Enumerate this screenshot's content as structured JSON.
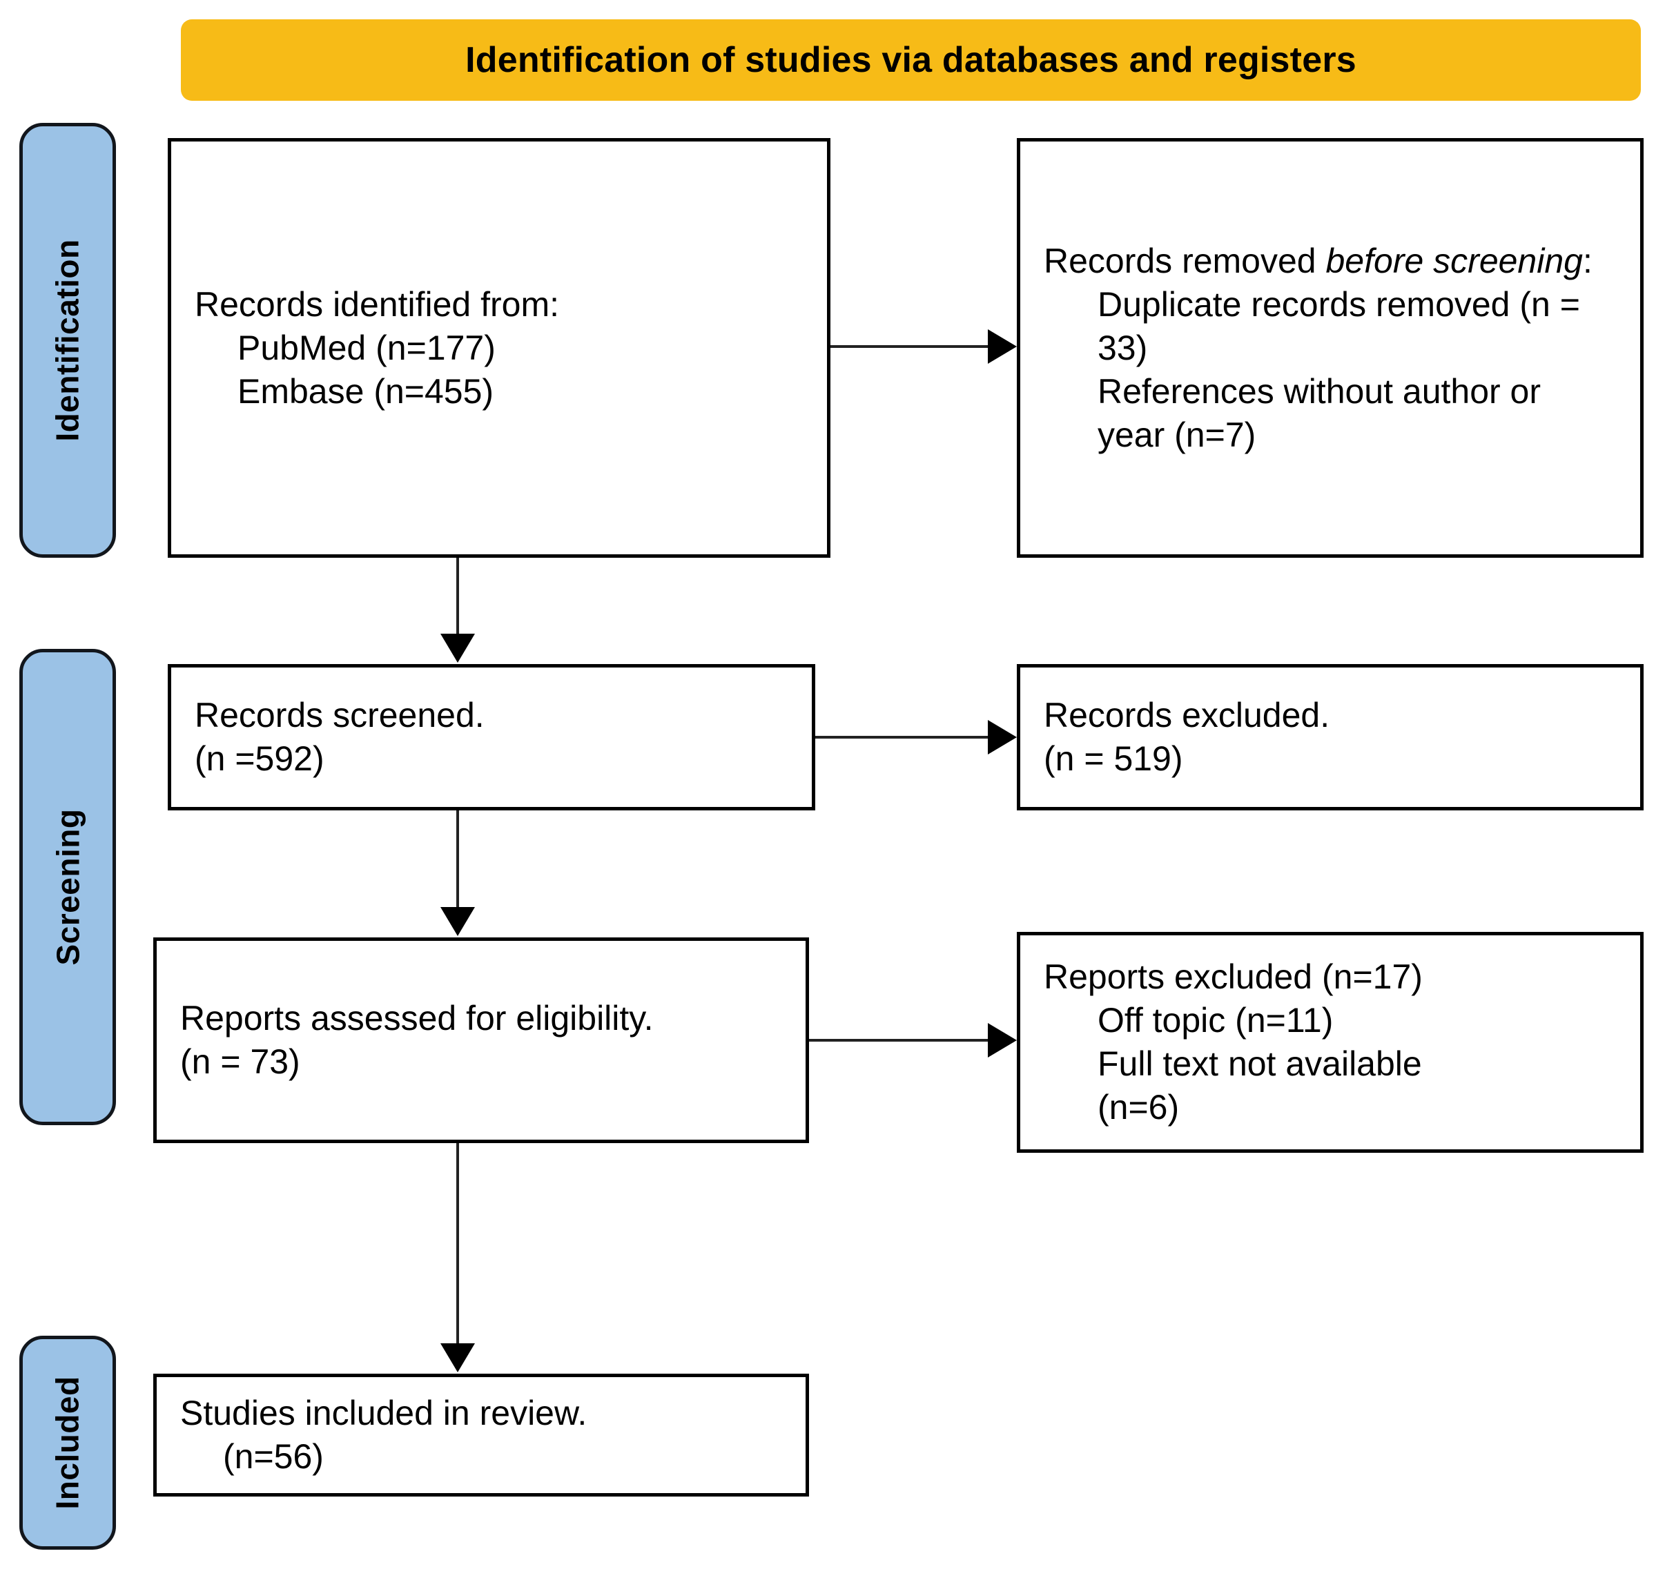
{
  "header": {
    "title": "Identification of studies via databases and registers",
    "background_color": "#F7BB17"
  },
  "phases": {
    "identification": "Identification",
    "screening": "Screening",
    "included": "Included",
    "background_color": "#9BC2E6"
  },
  "boxes": {
    "identified": {
      "line1": "Records identified from:",
      "line2": "PubMed (n=177)",
      "line3": "Embase (n=455)"
    },
    "removed": {
      "line1_prefix": "Records removed ",
      "line1_italic": "before screening",
      "line1_suffix": ":",
      "line2": "Duplicate records removed (n = 33)",
      "line3": "References without author or year (n=7)"
    },
    "screened": {
      "line1": "Records screened.",
      "line2": "(n =592)"
    },
    "records_excluded": {
      "line1": "Records excluded.",
      "line2": "(n = 519)"
    },
    "eligibility": {
      "line1": "Reports assessed for eligibility.",
      "line2": "(n = 73)"
    },
    "reports_excluded": {
      "line1": "Reports excluded (n=17)",
      "line2": "Off topic (n=11)",
      "line3": "Full text not available",
      "line4": "(n=6)"
    },
    "included": {
      "line1": "Studies included in review.",
      "line2": "(n=56)"
    }
  },
  "chart_data": {
    "type": "diagram",
    "title": "Identification of studies via databases and registers",
    "flow": [
      {
        "phase": "Identification",
        "node": "Records identified from",
        "sources": [
          {
            "name": "PubMed",
            "n": 177
          },
          {
            "name": "Embase",
            "n": 455
          }
        ]
      },
      {
        "phase": "Identification",
        "node": "Records removed before screening",
        "items": [
          {
            "name": "Duplicate records removed",
            "n": 33
          },
          {
            "name": "References without author or year",
            "n": 7
          }
        ]
      },
      {
        "phase": "Screening",
        "node": "Records screened",
        "n": 592
      },
      {
        "phase": "Screening",
        "node": "Records excluded",
        "n": 519
      },
      {
        "phase": "Screening",
        "node": "Reports assessed for eligibility",
        "n": 73
      },
      {
        "phase": "Screening",
        "node": "Reports excluded",
        "n": 17,
        "items": [
          {
            "name": "Off topic",
            "n": 11
          },
          {
            "name": "Full text not available",
            "n": 6
          }
        ]
      },
      {
        "phase": "Included",
        "node": "Studies included in review",
        "n": 56
      }
    ]
  }
}
